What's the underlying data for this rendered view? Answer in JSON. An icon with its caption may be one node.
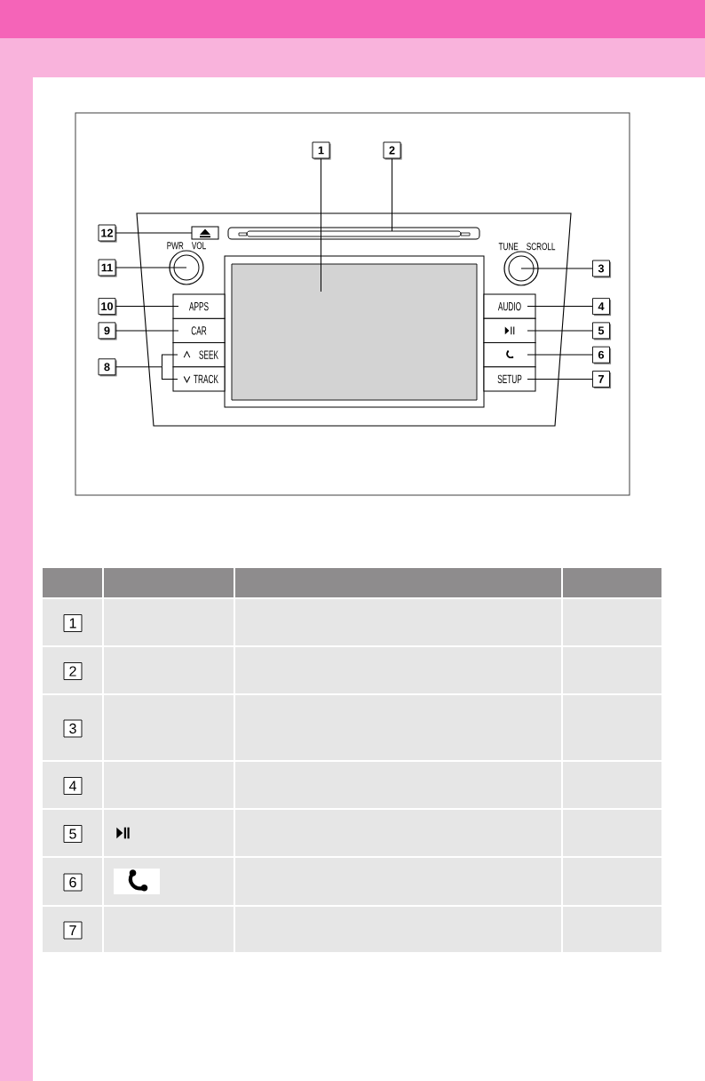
{
  "diagram": {
    "nodes": [
      {
        "text": [
          "1"
        ]
      },
      {
        "text": [
          "2"
        ]
      },
      {
        "text": [
          "3"
        ]
      },
      {
        "text": [
          "4"
        ]
      },
      {
        "text": [
          "5"
        ]
      },
      {
        "text": [
          "6"
        ]
      },
      {
        "text": [
          "7"
        ]
      },
      {
        "text": [
          "8"
        ]
      },
      {
        "text": [
          "9"
        ]
      },
      {
        "text": [
          "10"
        ]
      },
      {
        "text": [
          "11"
        ]
      },
      {
        "text": [
          "12"
        ]
      },
      {
        "text": [],
        "shape": "box"
      },
      {
        "text": [],
        "shape": "bar"
      },
      {
        "text": [],
        "shape": "circle",
        "beside": [
          "TUNE SCROLL"
        ]
      },
      {
        "text": [
          "AUDIO"
        ]
      },
      {
        "text": [],
        "shape": "box"
      },
      {
        "text": [],
        "shape": "box"
      },
      {
        "text": [
          "SETUP"
        ]
      },
      {
        "text": [
          "SEEK"
        ]
      },
      {
        "text": [
          "TRACK"
        ]
      },
      {
        "text": [
          "CAR"
        ]
      },
      {
        "text": [
          "APPS"
        ]
      },
      {
        "text": [],
        "shape": "circle",
        "beside": [
          "PWR VOL"
        ]
      },
      {
        "text": [],
        "shape": "box"
      },
      {
        "text": [
          "1"
        ]
      },
      {
        "text": [
          "2"
        ]
      },
      {
        "text": [
          "3"
        ]
      },
      {
        "text": [
          "4"
        ]
      },
      {
        "text": [
          "5"
        ]
      },
      {
        "text": [
          "6"
        ]
      },
      {
        "text": [
          "7"
        ]
      }
    ],
    "edges": [
      {
        "from": 0,
        "to": 12,
        "arrow": "none"
      },
      {
        "from": 1,
        "to": 13,
        "arrow": "none"
      },
      {
        "from": 2,
        "to": 14,
        "arrow": "none"
      },
      {
        "from": 3,
        "to": 15,
        "arrow": "none"
      },
      {
        "from": 4,
        "to": 16,
        "arrow": "none"
      },
      {
        "from": 5,
        "to": 17,
        "arrow": "none"
      },
      {
        "from": 6,
        "to": 18,
        "arrow": "none"
      },
      {
        "from": 7,
        "to": 19,
        "arrow": "none"
      },
      {
        "from": 7,
        "to": 20,
        "arrow": "none"
      },
      {
        "from": 8,
        "to": 21,
        "arrow": "none"
      },
      {
        "from": 9,
        "to": 22,
        "arrow": "none"
      },
      {
        "from": 10,
        "to": 23,
        "arrow": "none"
      },
      {
        "from": 11,
        "to": 24,
        "arrow": "none"
      }
    ]
  }
}
